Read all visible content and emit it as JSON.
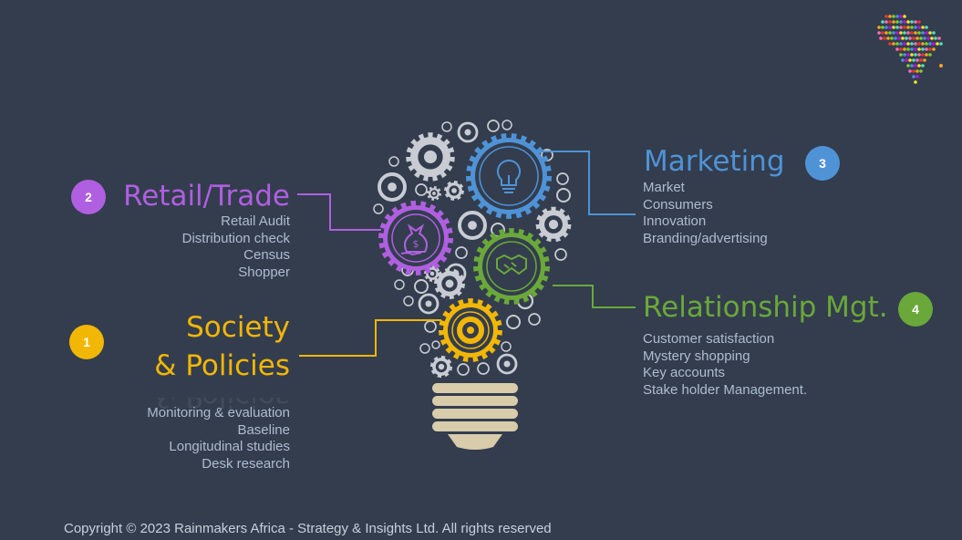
{
  "sections": [
    {
      "number": "1",
      "title_lines": [
        "Society",
        "& Policies"
      ],
      "items": [
        "Monitoring & evaluation",
        "Baseline",
        "Longitudinal studies",
        "Desk research"
      ],
      "color": "#f2b705"
    },
    {
      "number": "2",
      "title_lines": [
        "Retail/Trade"
      ],
      "items": [
        "Retail Audit",
        "Distribution check",
        "Census",
        "Shopper"
      ],
      "color": "#b05fe0"
    },
    {
      "number": "3",
      "title_lines": [
        "Marketing"
      ],
      "items": [
        "Market",
        "Consumers",
        "Innovation",
        "Branding/advertising"
      ],
      "color": "#4f93d6"
    },
    {
      "number": "4",
      "title_lines": [
        "Relationship Mgt."
      ],
      "items": [
        "Customer satisfaction",
        "Mystery shopping",
        "Key accounts",
        "Stake holder Management."
      ],
      "color": "#6aa83a"
    }
  ],
  "icons": {
    "logo": "africa-map-icon",
    "gear_marketing": "lightbulb-icon",
    "gear_retail": "money-bag-icon",
    "gear_relationship": "handshake-icon",
    "gear_society": "gear-icon"
  },
  "colors": {
    "background": "#333d4e",
    "gray_gear": "#c9ccd3",
    "bulb_base": "#d8ccaa"
  },
  "footer": "Copyright © 2023 Rainmakers Africa - Strategy & Insights Ltd. All rights reserved"
}
